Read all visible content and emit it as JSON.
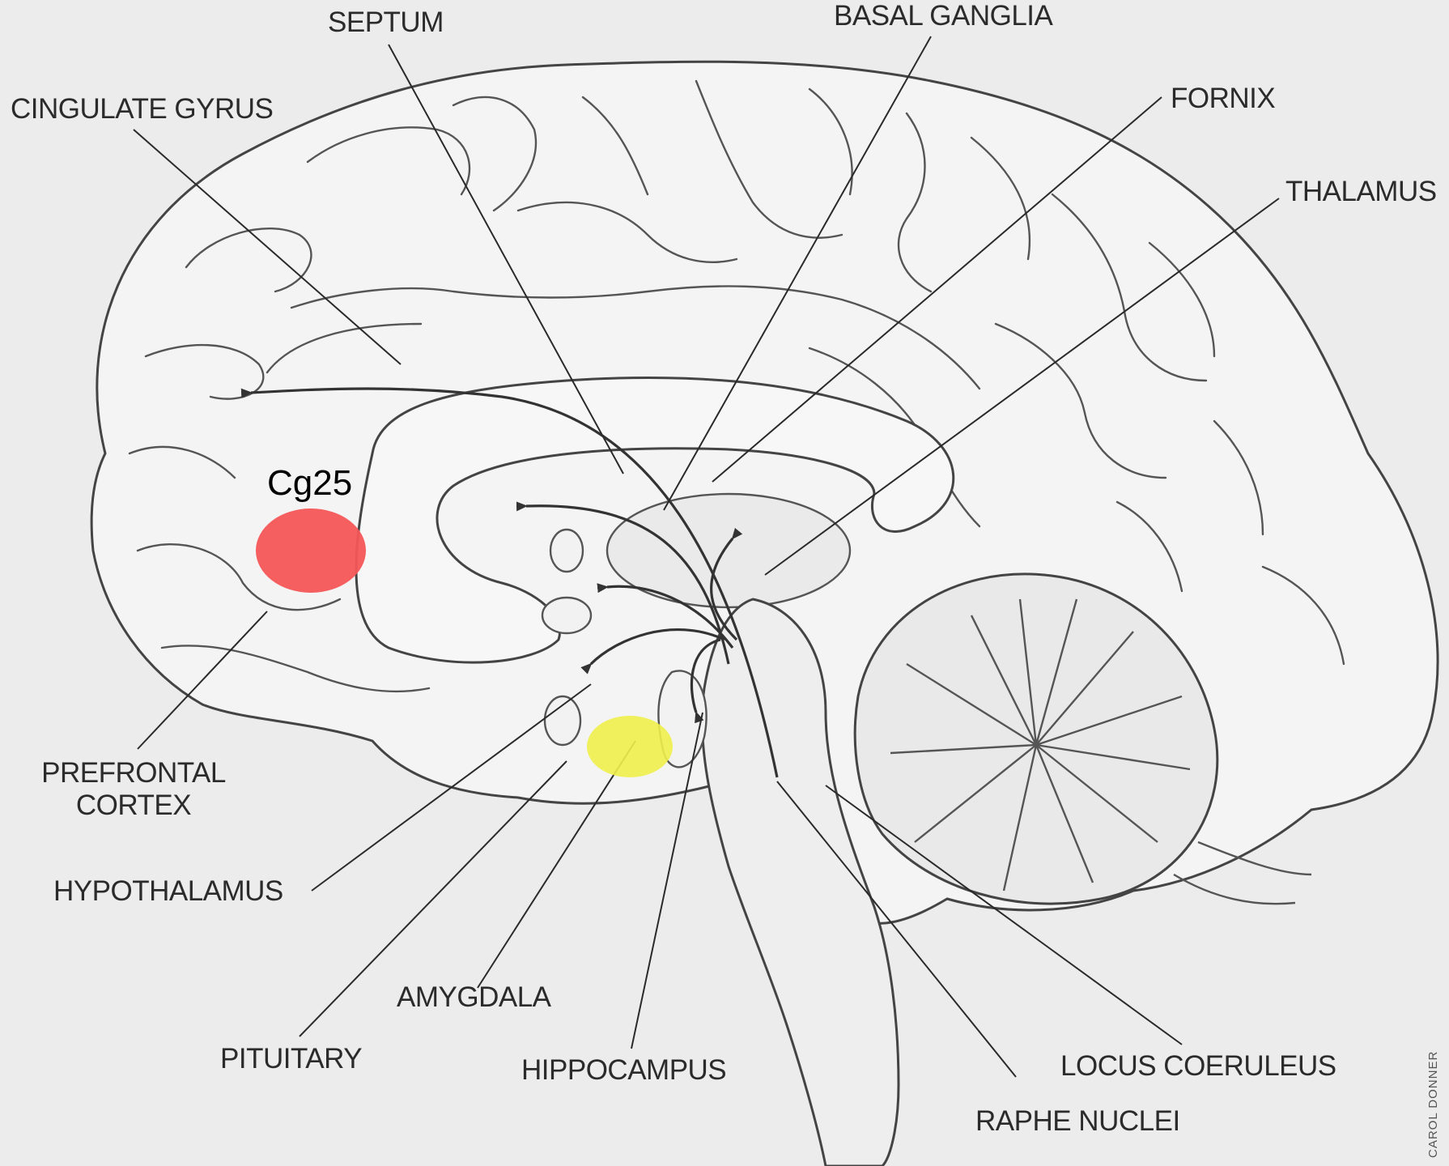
{
  "labels": {
    "septum": "SEPTUM",
    "basal_ganglia": "BASAL GANGLIA",
    "cingulate_gyrus": "CINGULATE GYRUS",
    "fornix": "FORNIX",
    "thalamus": "THALAMUS",
    "prefrontal_cortex_line1": "PREFRONTAL",
    "prefrontal_cortex_line2": "CORTEX",
    "hypothalamus": "HYPOTHALAMUS",
    "amygdala": "AMYGDALA",
    "pituitary": "PITUITARY",
    "hippocampus": "HIPPOCAMPUS",
    "locus_coeruleus": "LOCUS COERULEUS",
    "raphe_nuclei": "RAPHE NUCLEI"
  },
  "markers": {
    "cg25_label": "Cg25",
    "cg25_color": "#f45656",
    "amygdala_highlight_color": "#eef04a"
  },
  "credit": "CAROL DONNER",
  "colors": {
    "background": "#ececec",
    "line": "#2a2a2a",
    "brain_fill": "#f4f4f4",
    "fold_stroke": "#555555"
  }
}
